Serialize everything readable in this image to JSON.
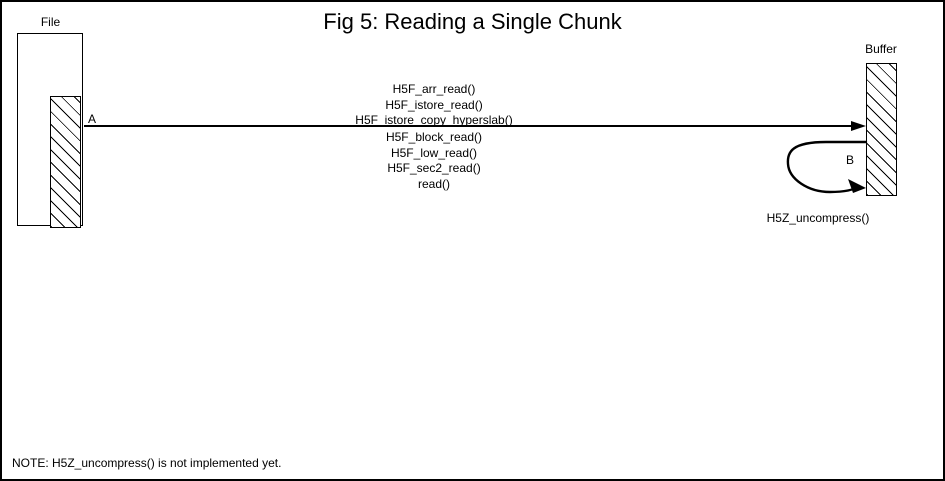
{
  "figure": {
    "title": "Fig 5:  Reading a Single Chunk"
  },
  "nodes": {
    "file": {
      "label": "File"
    },
    "buffer": {
      "label": "Buffer"
    }
  },
  "edges": {
    "read_path": {
      "label": "A",
      "calls_above_line": [
        "H5F_arr_read()",
        "H5F_istore_read()",
        "H5F_istore_copy_hyperslab()"
      ],
      "calls_below_line": [
        "H5F_block_read()",
        "H5F_low_read()",
        "H5F_sec2_read()",
        "read()"
      ]
    },
    "decompress_loop": {
      "label": "B",
      "function": "H5Z_uncompress()"
    }
  },
  "footer": {
    "note": "NOTE: H5Z_uncompress() is not implemented yet."
  },
  "colors": {
    "stroke": "#000000",
    "background": "#ffffff"
  }
}
